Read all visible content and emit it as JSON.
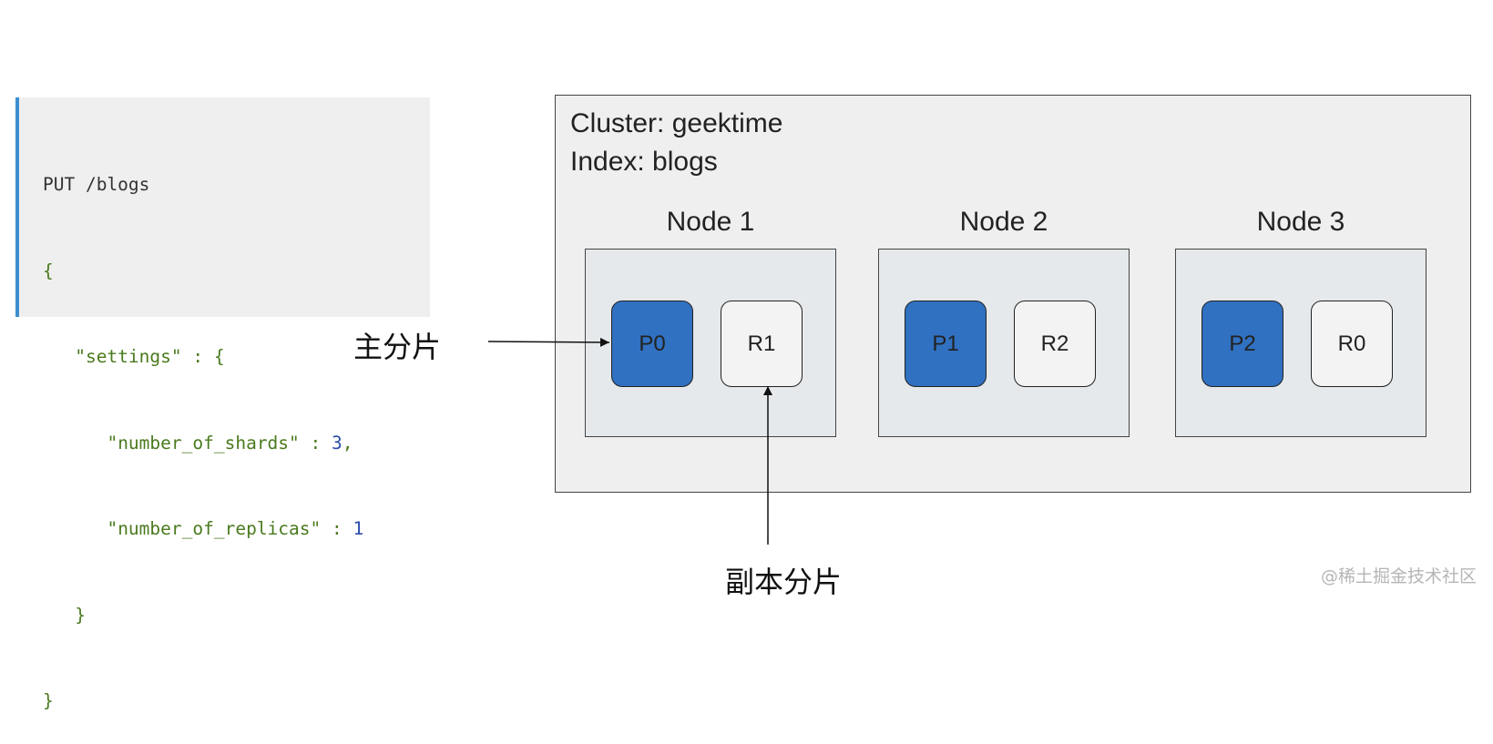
{
  "code": {
    "lines": [
      [
        {
          "t": "PUT /blogs",
          "c": "plain"
        }
      ],
      [
        {
          "t": "{",
          "c": "punc"
        }
      ],
      [
        {
          "t": "   ",
          "c": "plain"
        },
        {
          "t": "\"settings\"",
          "c": "str"
        },
        {
          "t": " : {",
          "c": "punc"
        }
      ],
      [
        {
          "t": "      ",
          "c": "plain"
        },
        {
          "t": "\"number_of_shards\"",
          "c": "str"
        },
        {
          "t": " : ",
          "c": "punc"
        },
        {
          "t": "3",
          "c": "num"
        },
        {
          "t": ",",
          "c": "punc"
        }
      ],
      [
        {
          "t": "      ",
          "c": "plain"
        },
        {
          "t": "\"number_of_replicas\"",
          "c": "str"
        },
        {
          "t": " : ",
          "c": "punc"
        },
        {
          "t": "1",
          "c": "num"
        }
      ],
      [
        {
          "t": "   }",
          "c": "punc"
        }
      ],
      [
        {
          "t": "}",
          "c": "punc"
        }
      ]
    ]
  },
  "cluster": {
    "cluster_label": "Cluster: geektime",
    "index_label": "Index: blogs",
    "nodes": [
      {
        "title": "Node 1",
        "primary": "P0",
        "replica": "R1"
      },
      {
        "title": "Node 2",
        "primary": "P1",
        "replica": "R2"
      },
      {
        "title": "Node 3",
        "primary": "P2",
        "replica": "R0"
      }
    ]
  },
  "labels": {
    "primary_shard": "主分片",
    "replica_shard": "副本分片"
  },
  "watermark": "@稀土掘金技术社区",
  "colors": {
    "primary_shard": "#3071c1",
    "replica_shard": "#f3f3f3",
    "code_accent": "#3b8fd1"
  }
}
